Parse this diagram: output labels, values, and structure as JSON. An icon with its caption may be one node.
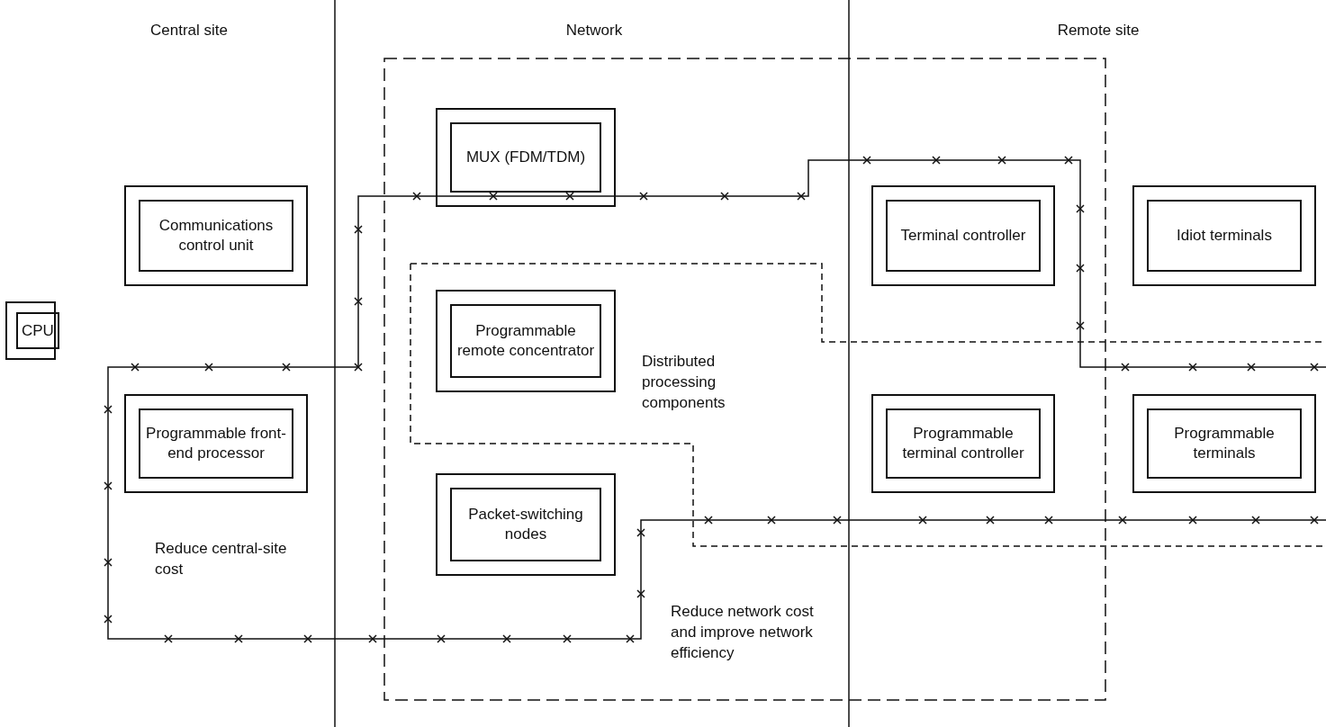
{
  "diagram": {
    "nodes": [
      {
        "text": [
          "CPU"
        ]
      },
      {
        "text": [
          "Communications control unit"
        ]
      },
      {
        "text": [
          "Programmable front-end processor"
        ]
      },
      {
        "text": [
          "MUX (FDM/TDM)"
        ]
      },
      {
        "text": [
          "Programmable remote concentrator"
        ]
      },
      {
        "text": [
          "Packet-switching nodes"
        ]
      },
      {
        "text": [
          "Terminal controller"
        ]
      },
      {
        "text": [
          "Idiot terminals"
        ]
      },
      {
        "text": [
          "Programmable terminal controller"
        ]
      },
      {
        "text": [
          "Programmable terminals"
        ]
      }
    ],
    "labels": [
      "Central site",
      "Network",
      "Remote site",
      "Distributed processing components",
      "Reduce central-site cost",
      "Reduce network cost and improve network efficiency"
    ]
  }
}
